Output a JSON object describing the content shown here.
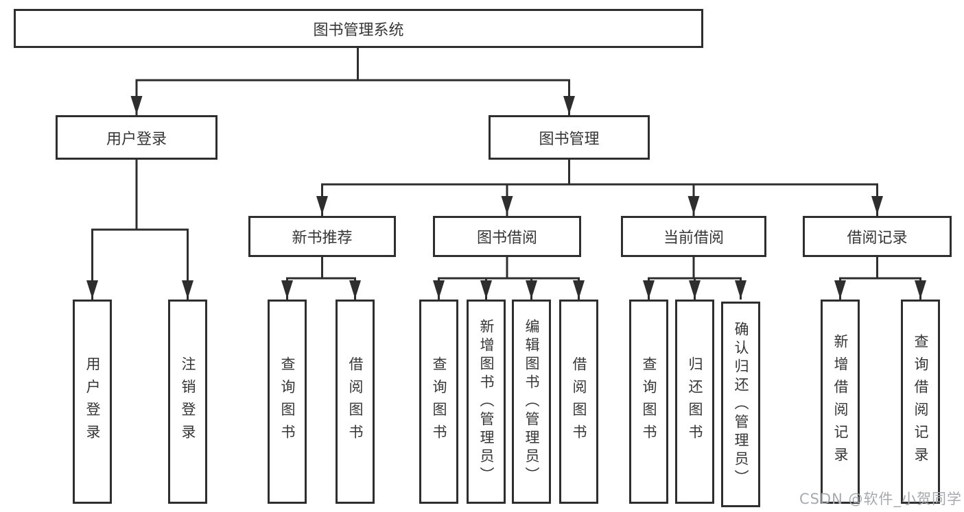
{
  "page": {
    "background": "#ffffff",
    "watermark": "CSDN @软件_小贺同学",
    "colors": {
      "line": "#2e2e2e",
      "box_border": "#2e2e2e",
      "text": "#363636",
      "watermark_text": "#a6a9ad"
    }
  },
  "tree": {
    "root": {
      "label": "图书管理系统"
    },
    "level2": [
      {
        "id": "user-login",
        "label": "用户登录",
        "parent": "图书管理系统"
      },
      {
        "id": "book-management",
        "label": "图书管理",
        "parent": "图书管理系统"
      }
    ],
    "level3": [
      {
        "id": "new-book-recommend",
        "label": "新书推荐",
        "parent": "图书管理"
      },
      {
        "id": "book-borrowing",
        "label": "图书借阅",
        "parent": "图书管理"
      },
      {
        "id": "current-borrowing",
        "label": "当前借阅",
        "parent": "图书管理"
      },
      {
        "id": "borrowing-records",
        "label": "借阅记录",
        "parent": "图书管理"
      }
    ],
    "leaves": [
      {
        "label": "用户登录",
        "parent": "用户登录"
      },
      {
        "label": "注销登录",
        "parent": "用户登录"
      },
      {
        "label": "查询图书",
        "parent": "新书推荐"
      },
      {
        "label": "借阅图书",
        "parent": "新书推荐"
      },
      {
        "label": "查询图书",
        "parent": "图书借阅"
      },
      {
        "label": "新增图书（管理员）",
        "parent": "图书借阅"
      },
      {
        "label": "编辑图书（管理员）",
        "parent": "图书借阅"
      },
      {
        "label": "借阅图书",
        "parent": "图书借阅"
      },
      {
        "label": "查询图书",
        "parent": "当前借阅"
      },
      {
        "label": "归还图书",
        "parent": "当前借阅"
      },
      {
        "label": "确认归还（管理员）",
        "parent": "当前借阅"
      },
      {
        "label": "新增借阅记录",
        "parent": "借阅记录"
      },
      {
        "label": "查询借阅记录",
        "parent": "借阅记录"
      }
    ]
  }
}
